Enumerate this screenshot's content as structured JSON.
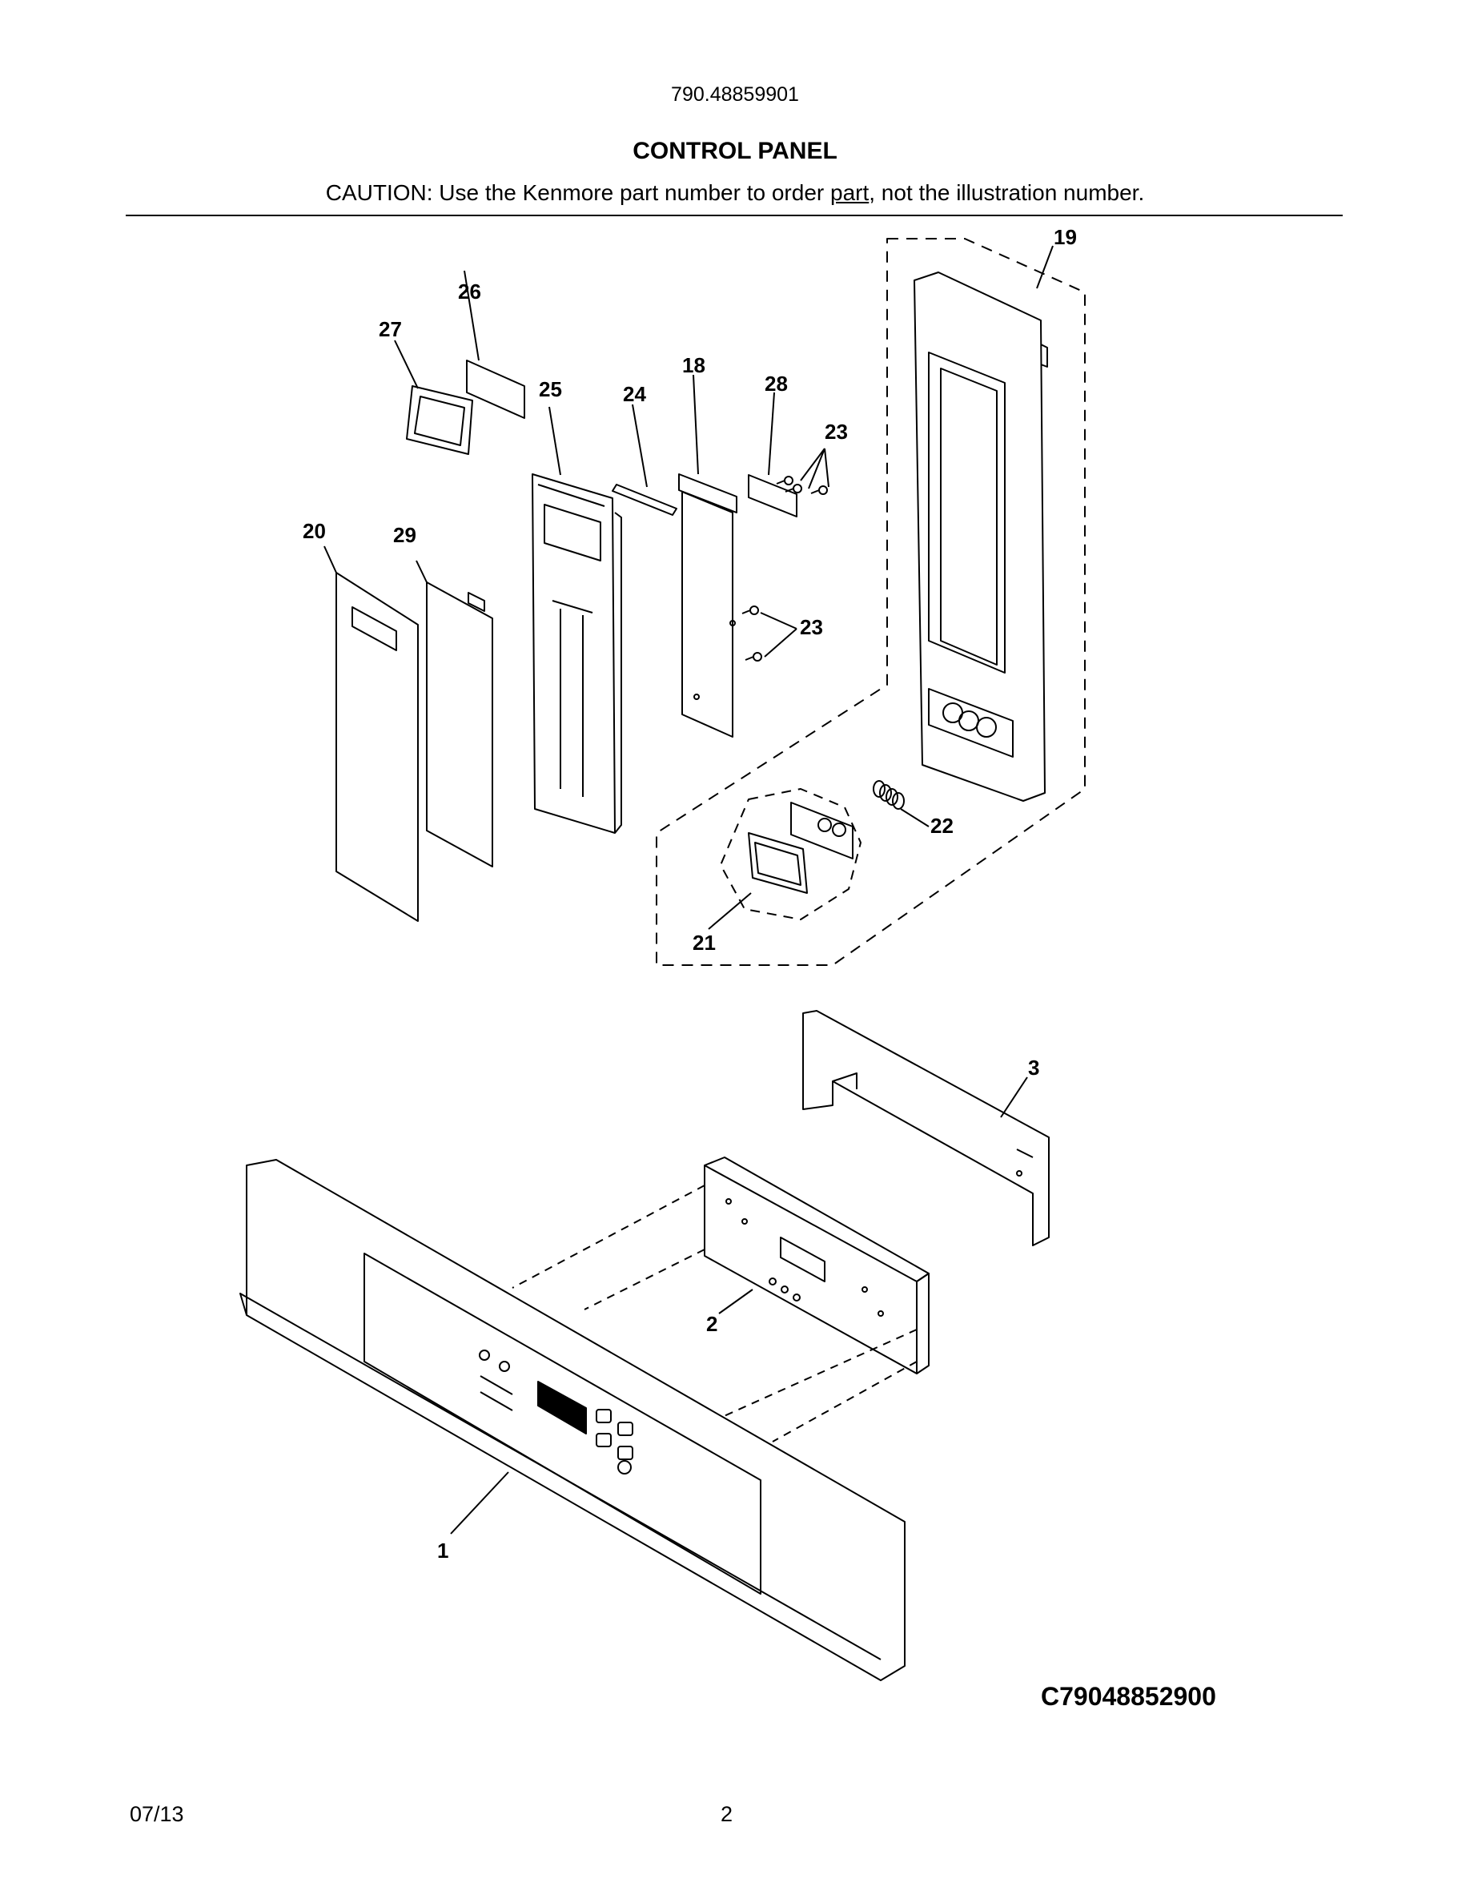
{
  "header": {
    "model_number": "790.48859901",
    "title": "CONTROL PANEL",
    "caution_prefix": "CAUTION: Use the Kenmore part number to order ",
    "caution_link": "part",
    "caution_suffix": ", not the illustration number."
  },
  "callouts": {
    "c1": "1",
    "c2": "2",
    "c3": "3",
    "c18": "18",
    "c19": "19",
    "c20": "20",
    "c21": "21",
    "c22": "22",
    "c23a": "23",
    "c23b": "23",
    "c24": "24",
    "c25": "25",
    "c26": "26",
    "c27": "27",
    "c28": "28",
    "c29": "29"
  },
  "footer": {
    "figure_code": "C79048852900",
    "date": "07/13",
    "page_number": "2"
  }
}
